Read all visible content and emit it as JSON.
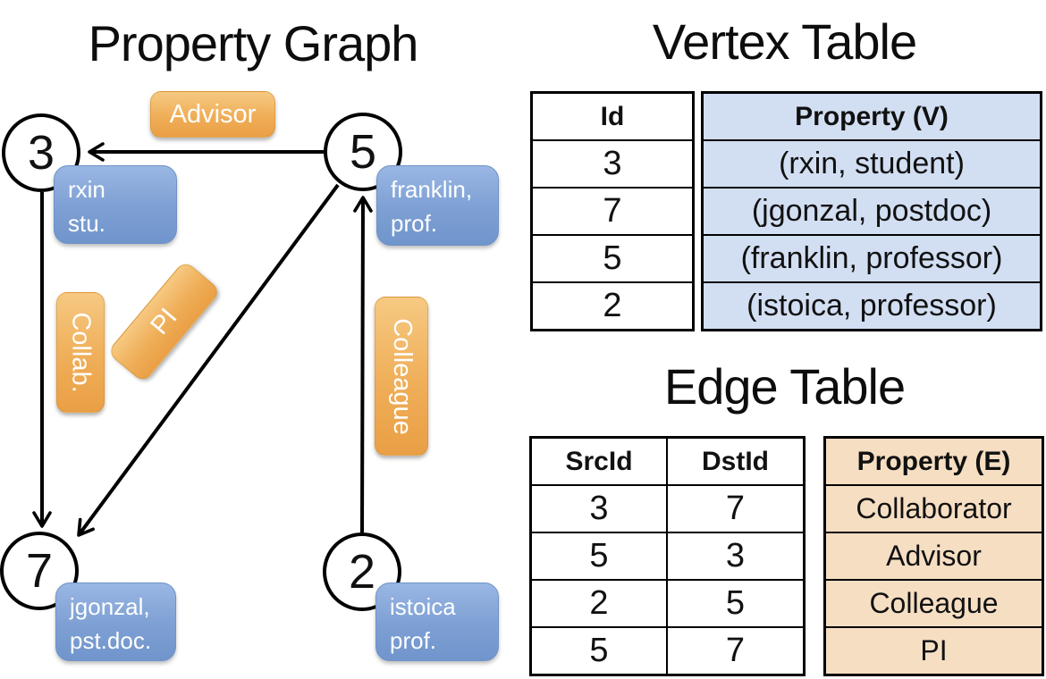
{
  "titles": {
    "graph": "Property Graph",
    "vertex": "Vertex Table",
    "edge": "Edge Table"
  },
  "graph": {
    "nodes": {
      "n3": {
        "id": "3",
        "property_line1": "rxin",
        "property_line2": "stu."
      },
      "n5": {
        "id": "5",
        "property_line1": "franklin,",
        "property_line2": "prof."
      },
      "n7": {
        "id": "7",
        "property_line1": "jgonzal,",
        "property_line2": "pst.doc."
      },
      "n2": {
        "id": "2",
        "property_line1": "istoica",
        "property_line2": "prof."
      }
    },
    "edge_labels": {
      "advisor": "Advisor",
      "collab": "Collab.",
      "pi": "PI",
      "colleague": "Colleague"
    }
  },
  "vertex_table": {
    "headers": {
      "id": "Id",
      "property": "Property (V)"
    },
    "rows": [
      {
        "id": "3",
        "property": "(rxin, student)"
      },
      {
        "id": "7",
        "property": "(jgonzal, postdoc)"
      },
      {
        "id": "5",
        "property": "(franklin, professor)"
      },
      {
        "id": "2",
        "property": "(istoica, professor)"
      }
    ]
  },
  "edge_table": {
    "headers": {
      "src": "SrcId",
      "dst": "DstId",
      "property": "Property (E)"
    },
    "rows": [
      {
        "src": "3",
        "dst": "7",
        "property": "Collaborator"
      },
      {
        "src": "5",
        "dst": "3",
        "property": "Advisor"
      },
      {
        "src": "2",
        "dst": "5",
        "property": "Colleague"
      },
      {
        "src": "5",
        "dst": "7",
        "property": "PI"
      }
    ]
  },
  "colors": {
    "edge_label_orange": "#efae58",
    "vertex_label_blue": "#7d9fd3",
    "vertex_table_fill": "#d2def2",
    "edge_table_fill": "#f6dec2",
    "line_black": "#000000"
  }
}
